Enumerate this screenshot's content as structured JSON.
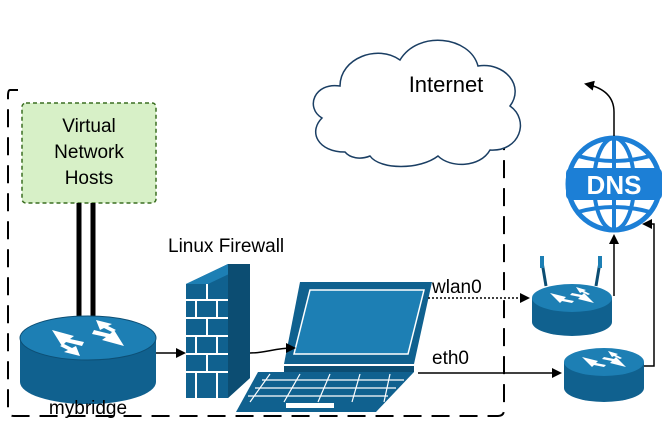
{
  "labels": {
    "internet": "Internet",
    "virtual_hosts_line1": "Virtual",
    "virtual_hosts_line2": "Network",
    "virtual_hosts_line3": "Hosts",
    "firewall": "Linux Firewall",
    "bridge": "mybridge",
    "wlan": "wlan0",
    "eth": "eth0",
    "dns": "DNS"
  },
  "colors": {
    "device_blue": "#10618f",
    "device_blue_light": "#1d7fb4",
    "dns_blue": "#1c7fd6",
    "hosts_fill": "#d7f0c7",
    "hosts_border": "#3c6f22"
  },
  "icons": [
    "cloud-icon",
    "router-icon",
    "wireless-router-icon",
    "firewall-icon",
    "laptop-icon",
    "dns-globe-icon"
  ]
}
